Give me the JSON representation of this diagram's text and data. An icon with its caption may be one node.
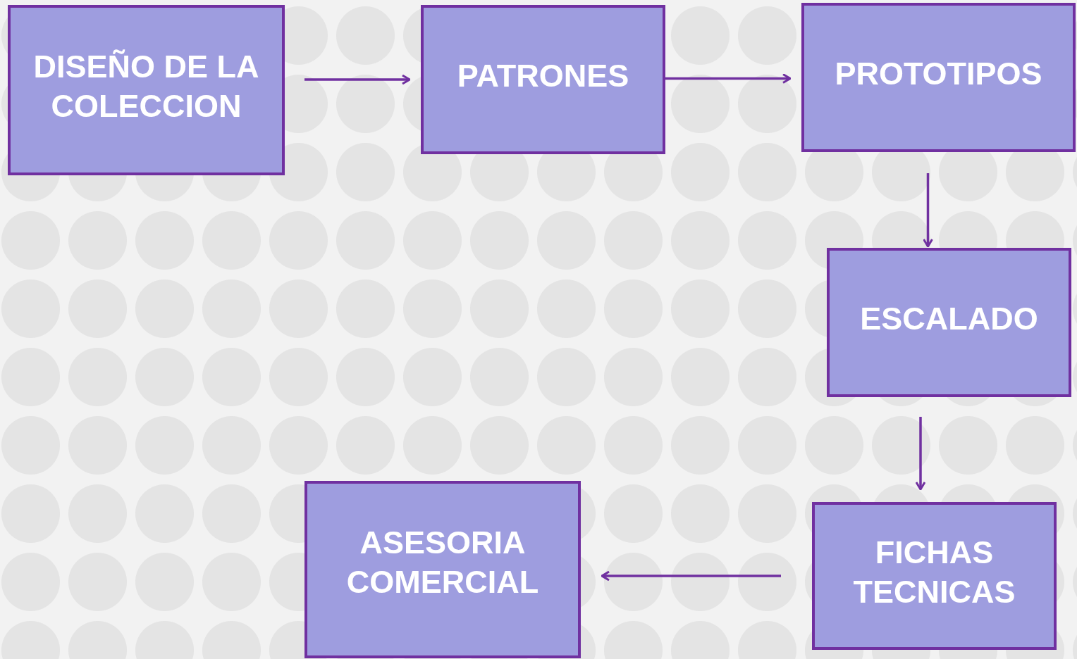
{
  "diagram": {
    "nodes": [
      {
        "text": [
          "DISEÑO DE LA COLECCION"
        ]
      },
      {
        "text": [
          "PATRONES"
        ]
      },
      {
        "text": [
          "PROTOTIPOS"
        ]
      },
      {
        "text": [
          "ESCALADO"
        ]
      },
      {
        "text": [
          "FICHAS TECNICAS"
        ]
      },
      {
        "text": [
          "ASESORIA COMERCIAL"
        ]
      }
    ],
    "edges": [
      {
        "from": 0,
        "to": 1,
        "arrow": "to"
      },
      {
        "from": 1,
        "to": 2,
        "arrow": "to"
      },
      {
        "from": 2,
        "to": 3,
        "arrow": "to"
      },
      {
        "from": 3,
        "to": 4,
        "arrow": "to"
      },
      {
        "from": 4,
        "to": 5,
        "arrow": "to"
      }
    ]
  }
}
